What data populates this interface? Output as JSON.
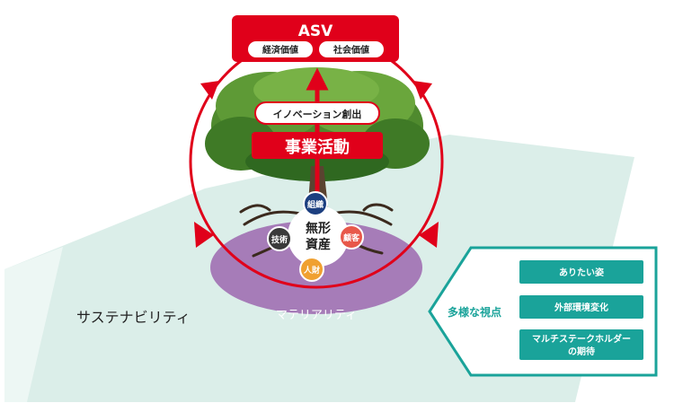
{
  "top": {
    "title": "ASV",
    "values": [
      "経済価値",
      "社会価値"
    ]
  },
  "tree": {
    "innovation_label": "イノベーション創出",
    "business_label": "事業活動"
  },
  "intangible": {
    "center_lines": [
      "無形",
      "資産"
    ],
    "nodes": [
      "組織",
      "顧客",
      "人財",
      "技術"
    ]
  },
  "materiality_label": "マテリアリティ",
  "sustainability_label": "サステナビリティ",
  "perspectives": {
    "title": "多様な視点",
    "items": [
      "ありたい姿",
      "外部環境変化",
      "マルチステークホルダーの期待"
    ],
    "item3_lines": [
      "マルチステークホルダー",
      "の期待"
    ]
  },
  "colors": {
    "red": "#e0001a",
    "teal": "#1aa39a",
    "purple": "#a67cb8",
    "mint": "#dbeee9",
    "navy": "#1c3f80",
    "orange": "#f0a030",
    "coral": "#e8584a",
    "dark_gray": "#3a3a3a"
  }
}
